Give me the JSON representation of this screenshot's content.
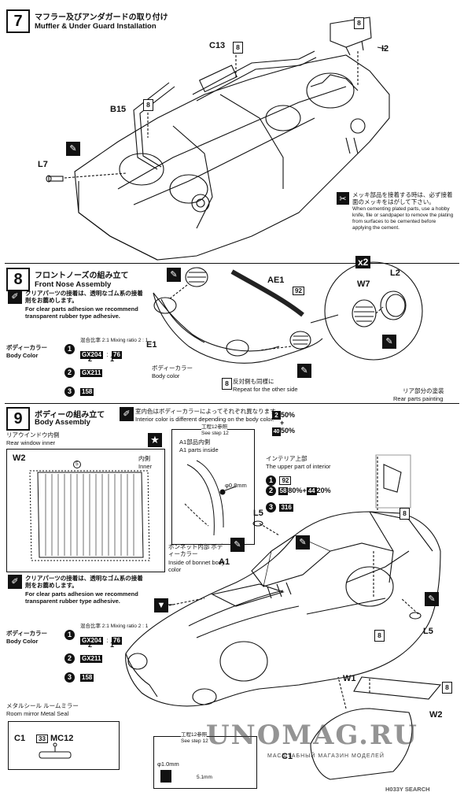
{
  "step7": {
    "number": "7",
    "title_jp": "マフラー及びアンダガードの取り付け",
    "title_en": "Muffler & Under Guard Installation",
    "parts": {
      "c13": "C13",
      "b15": "B15",
      "l7": "L7",
      "i2": "I2",
      "tag": "8"
    },
    "plated_note_jp": "メッキ部品を接着する時は、必ず接着面のメッキをはがして下さい。",
    "plated_note_en": "When cementing plated parts, use a hobby knife, file or sandpaper to remove the plating from surfaces to be cemented before applying the cement."
  },
  "step8": {
    "number": "8",
    "title_jp": "フロントノーズの組み立て",
    "title_en": "Front Nose Assembly",
    "clear_note_jp": "クリアパーツの接着は、透明なゴム系の接着剤をお薦めします。",
    "clear_note_en": "For clear parts adhesion we recommend transparent rubber type adhesive.",
    "body_color_jp": "ボディーカラー",
    "body_color_en": "Body Color",
    "mixing_jp": "混合比率 2:1",
    "mixing_en": "Mixing ratio 2 : 1",
    "gx204": "GX204",
    "c76": "76",
    "r2": "2",
    "r1": "1",
    "gx211": "GX211",
    "c158": "158",
    "parts": {
      "ae1": "AE1",
      "e1": "E1",
      "w7": "W7",
      "l2": "L2",
      "x2": "x2",
      "c92": "92"
    },
    "e1_color_jp": "ボディーカラー",
    "e1_color_en": "Body color",
    "repeat_jp": "反対側も同様に",
    "repeat_en": "Repeat for the other side",
    "rear_jp": "リア部分の塗装",
    "rear_en": "Rear parts painting",
    "rear_p1": "50%",
    "rear_p2": "50%",
    "rear_c1": "2",
    "rear_c2": "40",
    "plus": "+"
  },
  "step9": {
    "number": "9",
    "title_jp": "ボディーの組み立て",
    "title_en": "Body Assembly",
    "interior_jp": "室内色はボディーカラーによってそれぞれ異なります。",
    "interior_en": "Interior color is different depending on the body color.",
    "rear_window_jp": "リアウインドウ内側",
    "rear_window_en": "Rear window inner",
    "w2": "W2",
    "c5": "5",
    "inner_jp": "内側",
    "inner_en": "Inner",
    "a1_box_jp": "工程12参照",
    "a1_box_en": "See step 12",
    "a1_inside_jp": "A1部品内側",
    "a1_inside_en": "A1 parts inside",
    "drill": "φ0.8mm",
    "interior_upper_jp": "インテリア上部",
    "interior_upper_en": "The upper part of interior",
    "iu_c1": "92",
    "iu_c2a": "58",
    "iu_p1": "80%",
    "iu_c2b": "44",
    "iu_p2": "20%",
    "iu_c3": "316",
    "l5": "L5",
    "bonnet_jp": "ボンネット内部 ボディーカラー",
    "bonnet_en": "Inside of bonnet body color",
    "a1": "A1",
    "w1": "W1",
    "c1_label": "C1",
    "metal_jp": "メタルシール ルームミラー",
    "metal_en": "Room mirror Metal Seal",
    "mc12_num": "33",
    "mc12": "MC12",
    "step12_jp": "工程12参照",
    "step12_en": "See step 12",
    "drill2": "φ1.0mm",
    "dim": "5.1mm",
    "c1b": "C1"
  },
  "watermark": {
    "main": "UNOMAG.RU",
    "sub": "МАСШТАБНЫЙ МАГАЗИН МОДЕЛЕЙ",
    "hobby": "H033Y SEARCH"
  }
}
